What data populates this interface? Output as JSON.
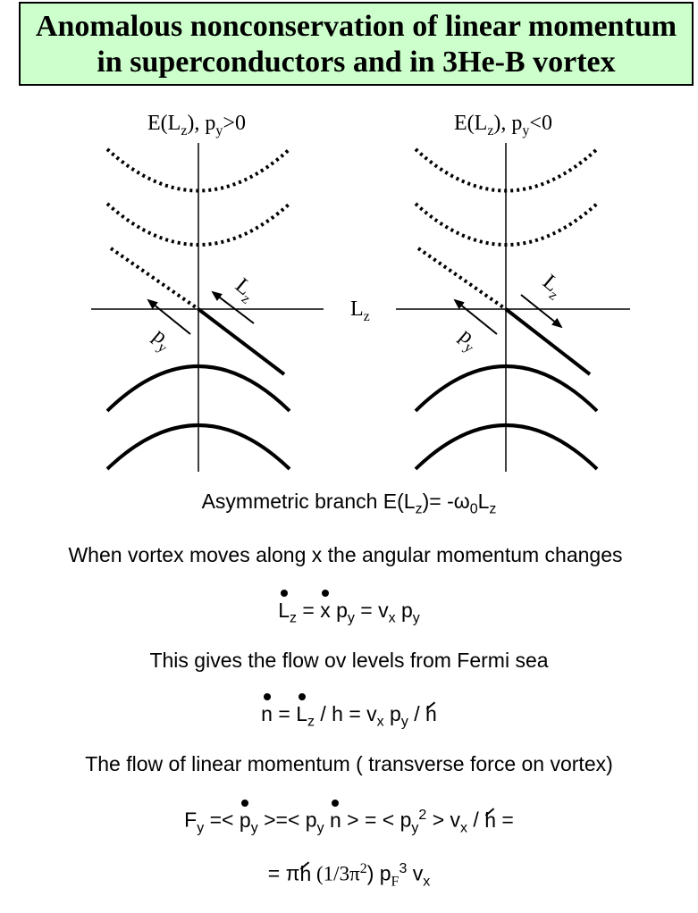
{
  "title": {
    "line1": "Anomalous nonconservation of linear momentum",
    "line2": "in superconductors and in 3He-B vortex"
  },
  "diagram": {
    "left_label": {
      "E": "E(L",
      "sub": "z",
      "rest": "),  p",
      "sub2": "y",
      "cond": ">0"
    },
    "right_label": {
      "E": "E(L",
      "sub": "z",
      "rest": "),  p",
      "sub2": "y",
      "cond": "<0"
    },
    "axis_label": "L",
    "axis_sub": "z",
    "lz_arrow_label": "L",
    "lz_arrow_sub": "z",
    "py_label": "p",
    "py_sub": "y"
  },
  "text": {
    "branch_caption": "Asymmetric branch  E(L",
    "branch_sub": "z",
    "branch_mid": ")= -ω",
    "branch_sub0": "0",
    "branch_end": "L",
    "branch_sub_z": "z",
    "vortex_sentence": "When vortex moves along  x  the angular momentum changes",
    "flow_sentence": "This gives the flow ov levels from Fermi sea",
    "momentum_sentence": "The flow of linear momentum ( transverse force on vortex)"
  },
  "equations": {
    "eq1": {
      "a": "L",
      "a_sub": "z",
      "b": " = ",
      "c": "x",
      "d": " p",
      "d_sub": "y",
      "e": "  = v",
      "e_sub": "x",
      "f": " p",
      "f_sub": "y"
    },
    "eq2": {
      "a": "n",
      "b": "  = ",
      "c": "L",
      "c_sub": "z",
      "d": " / h = v",
      "d_sub": "x",
      "e": " p",
      "e_sub": "y",
      "f": "  / ",
      "g": "h"
    },
    "eq3": {
      "a": "F",
      "a_sub": "y",
      "b": " =< ",
      "c": "p",
      "c_sub": "y",
      "d": " >=<  p",
      "d_sub": "y",
      "e": " ",
      "f": "n",
      "g": " > = < p",
      "g_sub": "y",
      "g_sup": "2",
      "h": " > v",
      "h_sub": "x",
      "i": " / ",
      "j": "h",
      "k": " ="
    },
    "eq4": {
      "a": "= π",
      "b": "h",
      "c": " (1/3π",
      "c_sup": "2",
      "d": ")  p",
      "d_sub": "F",
      "d_sup": "3",
      "e": " v",
      "e_sub": "x"
    }
  }
}
